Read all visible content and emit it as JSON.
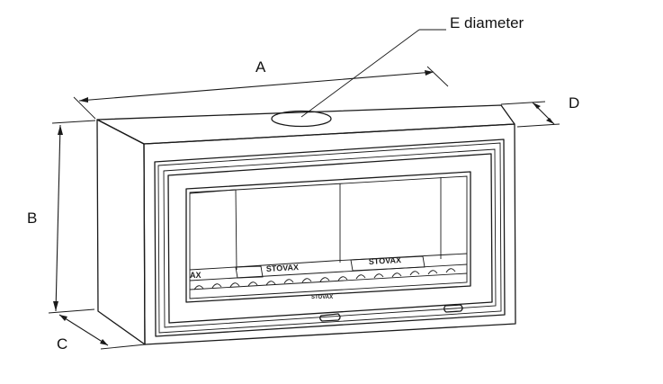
{
  "labels": {
    "A": "A",
    "B": "B",
    "C": "C",
    "D": "D",
    "E": "E diameter"
  },
  "brand": {
    "left_partial": "AX",
    "grate_left": "STOVAX",
    "grate_right": "STOVAX",
    "frame_badge": "STOVAX"
  },
  "colors": {
    "line": "#1a1a1a",
    "background": "#ffffff"
  }
}
